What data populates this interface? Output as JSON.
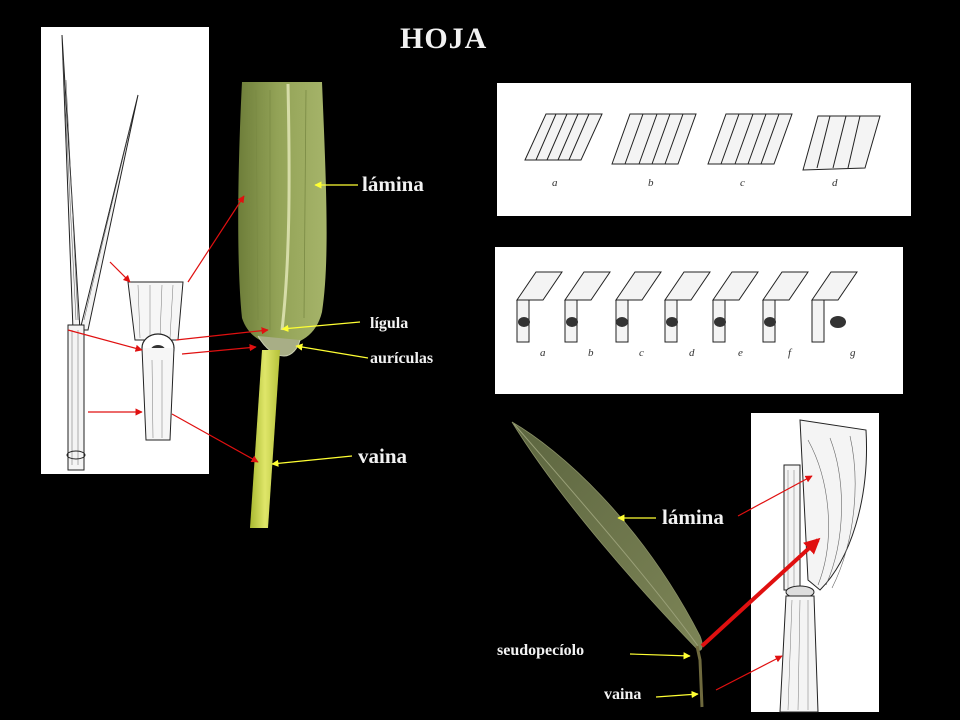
{
  "title": "HOJA",
  "labels": {
    "lamina_top": "lámina",
    "ligula": "lígula",
    "auriculas": "aurículas",
    "vaina_top": "vaina",
    "lamina_bottom": "lámina",
    "seudopeciolo": "seudopecíolo",
    "vaina_bottom": "vaina"
  },
  "sketch_letters_row1": [
    "a",
    "b",
    "c",
    "d"
  ],
  "sketch_letters_row2": [
    "a",
    "b",
    "c",
    "d",
    "e",
    "f",
    "g"
  ],
  "colors": {
    "background": "#000000",
    "label_text": "#f2f2f2",
    "pointer_yellow": "#ffff33",
    "pointer_red": "#e01010",
    "leaf_green": "#8a9a4a",
    "stem_green": "#c8d24a",
    "paper": "#ffffff"
  }
}
